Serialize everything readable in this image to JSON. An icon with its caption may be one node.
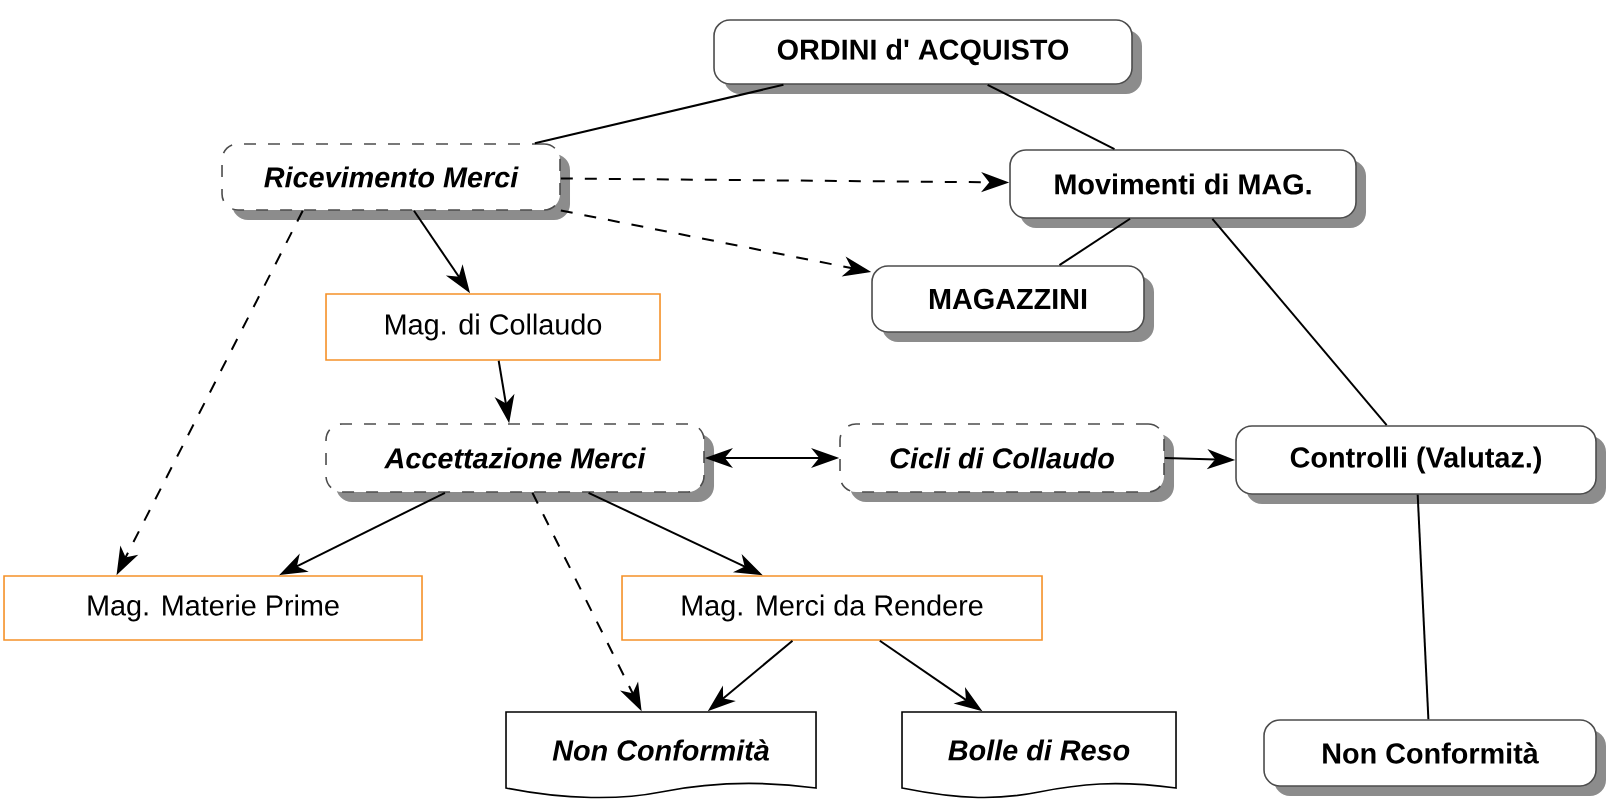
{
  "diagram": {
    "nodes": [
      {
        "text": [
          "ORDINI d' ACQUISTO"
        ]
      },
      {
        "text": [
          "Ricevimento Merci"
        ]
      },
      {
        "text": [
          "Movimenti di MAG."
        ]
      },
      {
        "text": [
          "MAGAZZINI"
        ]
      },
      {
        "text": [
          "Mag. di Collaudo"
        ]
      },
      {
        "text": [
          "Accettazione Merci"
        ]
      },
      {
        "text": [
          "Cicli di Collaudo"
        ]
      },
      {
        "text": [
          "Controlli (Valutaz.)"
        ]
      },
      {
        "text": [
          "Mag. Materie Prime"
        ]
      },
      {
        "text": [
          "Mag. Merci da Rendere"
        ]
      },
      {
        "text": [
          "Non Conformità"
        ]
      },
      {
        "text": [
          "Bolle di Reso"
        ]
      },
      {
        "text": [
          "Non Conformità"
        ]
      }
    ],
    "edges": [
      {
        "from": 0,
        "to": 1,
        "arrow": "none"
      },
      {
        "from": 0,
        "to": 2,
        "arrow": "none"
      },
      {
        "from": 1,
        "to": 2,
        "arrow": "to",
        "style": "dashed"
      },
      {
        "from": 1,
        "to": 3,
        "arrow": "to",
        "style": "dashed"
      },
      {
        "from": 1,
        "to": 4,
        "arrow": "to"
      },
      {
        "from": 1,
        "to": 8,
        "arrow": "to",
        "style": "dashed"
      },
      {
        "from": 4,
        "to": 5,
        "arrow": "to"
      },
      {
        "from": 5,
        "to": 6,
        "arrow": "both"
      },
      {
        "from": 2,
        "to": 3,
        "arrow": "none"
      },
      {
        "from": 2,
        "to": 7,
        "arrow": "none"
      },
      {
        "from": 6,
        "to": 7,
        "arrow": "to"
      },
      {
        "from": 5,
        "to": 8,
        "arrow": "to"
      },
      {
        "from": 5,
        "to": 10,
        "arrow": "to",
        "style": "dashed"
      },
      {
        "from": 5,
        "to": 9,
        "arrow": "to"
      },
      {
        "from": 9,
        "to": 10,
        "arrow": "to"
      },
      {
        "from": 9,
        "to": 11,
        "arrow": "to"
      },
      {
        "from": 7,
        "to": 12,
        "arrow": "none"
      }
    ]
  }
}
